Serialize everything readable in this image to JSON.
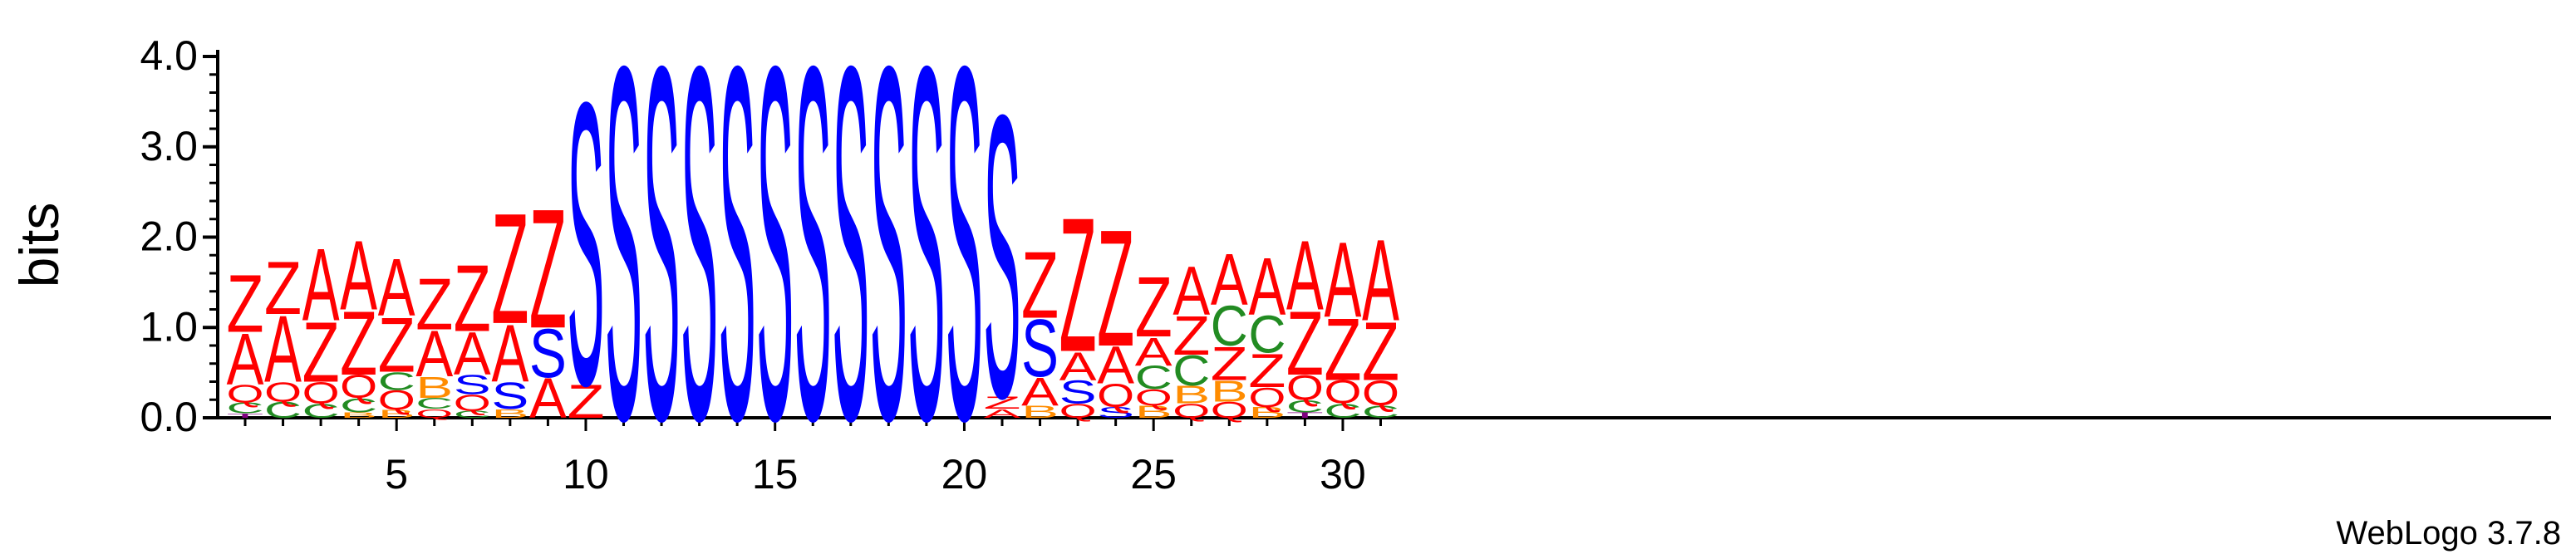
{
  "colors": {
    "S": "#0000ff",
    "Z": "#ff0000",
    "A": "#ff0000",
    "Q": "#ff0000",
    "C": "#228b22",
    "B": "#ff8c00",
    "T": "#800080"
  },
  "chart_data": {
    "type": "sequence-logo",
    "ylabel": "bits",
    "ylim": [
      0,
      4.0
    ],
    "yticks": [
      "0.0",
      "1.0",
      "2.0",
      "3.0",
      "4.0"
    ],
    "xticks": [
      5,
      10,
      15,
      20,
      25,
      30
    ],
    "footer": "WebLogo 3.7.8",
    "positions": [
      {
        "pos": 1,
        "stack": [
          [
            "T",
            0.05
          ],
          [
            "C",
            0.12
          ],
          [
            "Q",
            0.2
          ],
          [
            "A",
            0.58
          ],
          [
            "Z",
            0.65
          ]
        ]
      },
      {
        "pos": 2,
        "stack": [
          [
            "C",
            0.18
          ],
          [
            "Q",
            0.22
          ],
          [
            "A",
            0.75
          ],
          [
            "Z",
            0.6
          ]
        ]
      },
      {
        "pos": 3,
        "stack": [
          [
            "C",
            0.16
          ],
          [
            "Q",
            0.24
          ],
          [
            "Z",
            0.68
          ],
          [
            "A",
            0.82
          ]
        ]
      },
      {
        "pos": 4,
        "stack": [
          [
            "B",
            0.06
          ],
          [
            "C",
            0.16
          ],
          [
            "Q",
            0.26
          ],
          [
            "Z",
            0.72
          ],
          [
            "A",
            0.78
          ]
        ]
      },
      {
        "pos": 5,
        "stack": [
          [
            "B",
            0.09
          ],
          [
            "Q",
            0.22
          ],
          [
            "C",
            0.2
          ],
          [
            "Z",
            0.62
          ],
          [
            "A",
            0.65
          ]
        ]
      },
      {
        "pos": 6,
        "stack": [
          [
            "Q",
            0.1
          ],
          [
            "C",
            0.12
          ],
          [
            "B",
            0.24
          ],
          [
            "A",
            0.52
          ],
          [
            "Z",
            0.58
          ]
        ]
      },
      {
        "pos": 7,
        "stack": [
          [
            "C",
            0.08
          ],
          [
            "Q",
            0.18
          ],
          [
            "S",
            0.22
          ],
          [
            "A",
            0.48
          ],
          [
            "Z",
            0.75
          ]
        ]
      },
      {
        "pos": 8,
        "stack": [
          [
            "B",
            0.1
          ],
          [
            "S",
            0.3
          ],
          [
            "A",
            0.65
          ],
          [
            "Z",
            1.25
          ]
        ]
      },
      {
        "pos": 9,
        "stack": [
          [
            "A",
            0.45
          ],
          [
            "S",
            0.55
          ],
          [
            "Z",
            1.35
          ]
        ]
      },
      {
        "pos": 10,
        "stack": [
          [
            "Z",
            0.38
          ],
          [
            "S",
            3.2
          ]
        ]
      },
      {
        "pos": 11,
        "stack": [
          [
            "S",
            4.0
          ]
        ]
      },
      {
        "pos": 12,
        "stack": [
          [
            "S",
            4.0
          ]
        ]
      },
      {
        "pos": 13,
        "stack": [
          [
            "S",
            4.0
          ]
        ]
      },
      {
        "pos": 14,
        "stack": [
          [
            "S",
            4.0
          ]
        ]
      },
      {
        "pos": 15,
        "stack": [
          [
            "S",
            4.0
          ]
        ]
      },
      {
        "pos": 16,
        "stack": [
          [
            "S",
            4.0
          ]
        ]
      },
      {
        "pos": 17,
        "stack": [
          [
            "S",
            4.0
          ]
        ]
      },
      {
        "pos": 18,
        "stack": [
          [
            "S",
            4.0
          ]
        ]
      },
      {
        "pos": 19,
        "stack": [
          [
            "S",
            4.0
          ]
        ]
      },
      {
        "pos": 20,
        "stack": [
          [
            "S",
            4.0
          ]
        ]
      },
      {
        "pos": 21,
        "stack": [
          [
            "A",
            0.1
          ],
          [
            "Z",
            0.14
          ],
          [
            "S",
            3.2
          ]
        ]
      },
      {
        "pos": 22,
        "stack": [
          [
            "B",
            0.14
          ],
          [
            "A",
            0.32
          ],
          [
            "S",
            0.65
          ],
          [
            "Z",
            0.75
          ]
        ]
      },
      {
        "pos": 23,
        "stack": [
          [
            "Q",
            0.16
          ],
          [
            "S",
            0.26
          ],
          [
            "A",
            0.32
          ],
          [
            "Z",
            1.52
          ]
        ]
      },
      {
        "pos": 24,
        "stack": [
          [
            "S",
            0.12
          ],
          [
            "Q",
            0.26
          ],
          [
            "A",
            0.42
          ],
          [
            "Z",
            1.32
          ]
        ]
      },
      {
        "pos": 25,
        "stack": [
          [
            "B",
            0.14
          ],
          [
            "Q",
            0.18
          ],
          [
            "C",
            0.26
          ],
          [
            "A",
            0.32
          ],
          [
            "Z",
            0.68
          ]
        ]
      },
      {
        "pos": 26,
        "stack": [
          [
            "Q",
            0.16
          ],
          [
            "B",
            0.2
          ],
          [
            "C",
            0.34
          ],
          [
            "Z",
            0.44
          ],
          [
            "A",
            0.55
          ]
        ]
      },
      {
        "pos": 27,
        "stack": [
          [
            "Q",
            0.18
          ],
          [
            "B",
            0.24
          ],
          [
            "Z",
            0.38
          ],
          [
            "C",
            0.45
          ],
          [
            "A",
            0.58
          ]
        ]
      },
      {
        "pos": 28,
        "stack": [
          [
            "B",
            0.12
          ],
          [
            "Q",
            0.22
          ],
          [
            "Z",
            0.38
          ],
          [
            "C",
            0.42
          ],
          [
            "A",
            0.65
          ]
        ]
      },
      {
        "pos": 29,
        "stack": [
          [
            "T",
            0.06
          ],
          [
            "C",
            0.14
          ],
          [
            "Q",
            0.28
          ],
          [
            "Z",
            0.72
          ],
          [
            "A",
            0.78
          ]
        ]
      },
      {
        "pos": 30,
        "stack": [
          [
            "C",
            0.16
          ],
          [
            "Q",
            0.26
          ],
          [
            "Z",
            0.7
          ],
          [
            "A",
            0.85
          ]
        ]
      },
      {
        "pos": 31,
        "stack": [
          [
            "C",
            0.14
          ],
          [
            "Q",
            0.28
          ],
          [
            "Z",
            0.66
          ],
          [
            "A",
            0.92
          ]
        ]
      }
    ]
  }
}
